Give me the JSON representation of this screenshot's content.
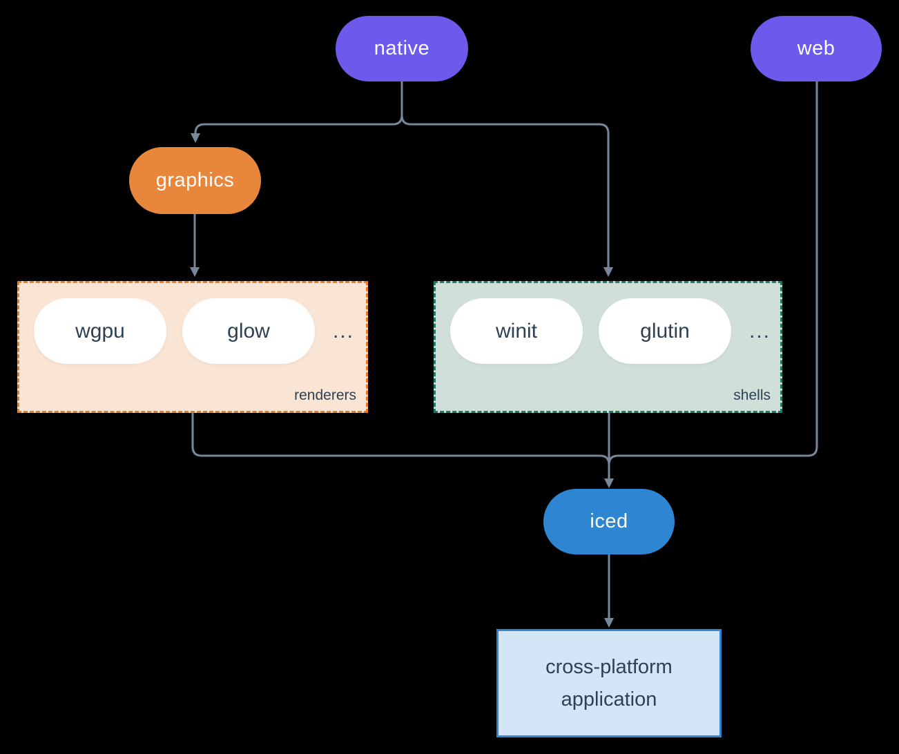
{
  "colors": {
    "background": "#000000",
    "purple": "#6b5aec",
    "orange": "#e8863c",
    "orange-border": "#e87d22",
    "peach-fill": "#fae5d4",
    "teal-border": "#1f7968",
    "sage-fill": "#d0e0d9",
    "blue": "#2e86d2",
    "light-blue-fill": "#d3e5f6",
    "blue-border": "#3285d6",
    "connector": "#77889a",
    "dark-text": "#2e4053",
    "pill-text": "#ffffff"
  },
  "nodes": {
    "native": "native",
    "web": "web",
    "graphics": "graphics",
    "iced": "iced"
  },
  "groups": {
    "renderers": {
      "label": "renderers",
      "items": [
        "wgpu",
        "glow"
      ],
      "ellipsis": "..."
    },
    "shells": {
      "label": "shells",
      "items": [
        "winit",
        "glutin"
      ],
      "ellipsis": "..."
    }
  },
  "app_box": {
    "line1": "cross-platform",
    "line2": "application"
  }
}
